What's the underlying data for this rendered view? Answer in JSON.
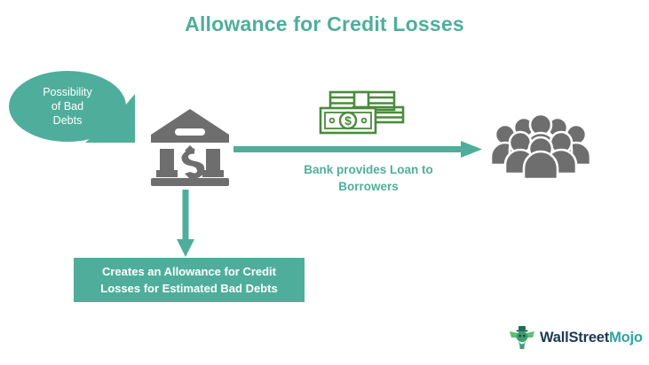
{
  "title": "Allowance for Credit Losses",
  "colors": {
    "teal": "#4FAE9B",
    "gray": "#6E6E6E",
    "money_green": "#4A8B3C",
    "logo_dark": "#1B3A52",
    "logo_teal": "#2FA6A0",
    "white": "#FFFFFF",
    "background": "#FFFFFF"
  },
  "bubble": {
    "line1": "Possibility",
    "line2": "of Bad",
    "line3": "Debts",
    "icon": "speech-bubble"
  },
  "icons": {
    "bank": "bank-icon",
    "money": "money-banknotes-icon",
    "people": "group-of-people-icon",
    "arrow_right": "arrow-right-icon",
    "arrow_down": "arrow-down-icon"
  },
  "loan_caption": {
    "line1": "Bank provides Loan to",
    "line2": "Borrowers"
  },
  "allowance_box": {
    "line1": "Creates an Allowance for Credit",
    "line2": "Losses for Estimated Bad Debts"
  },
  "logo": {
    "part1": "WallStreet",
    "part2": "Mojo",
    "mark": "wallstreetmojo-bull-icon"
  }
}
